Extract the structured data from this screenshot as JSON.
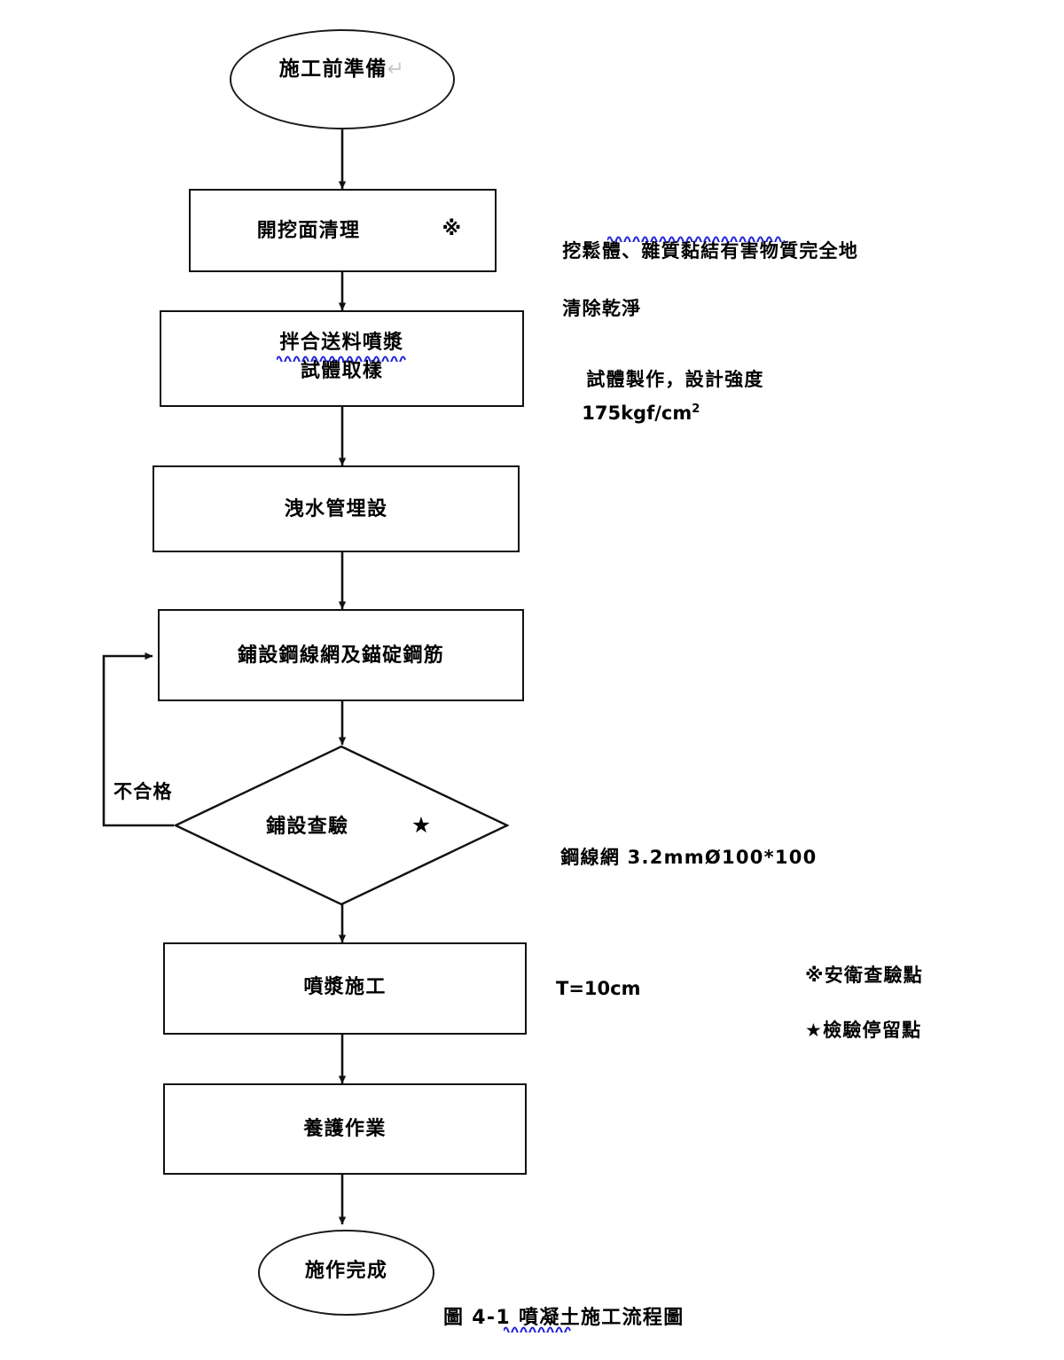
{
  "diagram": {
    "type": "flowchart",
    "title": "圖 4-1 噴凝土施工流程圖",
    "caption_prefix": "圖 4-1 ",
    "caption_body": "噴凝土施工流程圖",
    "nodes": [
      {
        "id": "start",
        "shape": "oval",
        "label": "施工前準備"
      },
      {
        "id": "clean",
        "shape": "rect",
        "label": "開挖面清理",
        "marker": "※"
      },
      {
        "id": "mix",
        "shape": "rect",
        "label_line1": "拌合送料噴漿",
        "label_line2": "試體取樣"
      },
      {
        "id": "drain",
        "shape": "rect",
        "label": "洩水管埋設"
      },
      {
        "id": "mesh",
        "shape": "rect",
        "label": "鋪設鋼線網及錨碇鋼筋"
      },
      {
        "id": "inspect",
        "shape": "diamond",
        "label": "鋪設查驗",
        "marker": "★"
      },
      {
        "id": "spray",
        "shape": "rect",
        "label": "噴漿施工"
      },
      {
        "id": "cure",
        "shape": "rect",
        "label": "養護作業"
      },
      {
        "id": "done",
        "shape": "oval",
        "label": "施作完成"
      }
    ],
    "edge_labels": {
      "reject": "不合格"
    },
    "annotations": [
      {
        "for": "clean",
        "line1": "挖鬆體、雜質黏結有害物質完全地",
        "line2": "清除乾淨"
      },
      {
        "for": "mix",
        "line1": "試體製作，設計強度",
        "line2": "175kgf/cm",
        "sup": "2"
      },
      {
        "for": "inspect",
        "line1": "鋼線網 3.2mmØ100*100"
      },
      {
        "for": "spray",
        "line1": "T=10cm"
      }
    ],
    "legend": [
      {
        "symbol": "※",
        "text": "安衛查驗點"
      },
      {
        "symbol": "★",
        "text": "檢驗停留點"
      }
    ],
    "colors": {
      "stroke": "#111111",
      "text": "#000000",
      "spellcheck_underline": "#2222dd",
      "pilcrow": "#c8c8c8",
      "background": "#ffffff"
    }
  }
}
